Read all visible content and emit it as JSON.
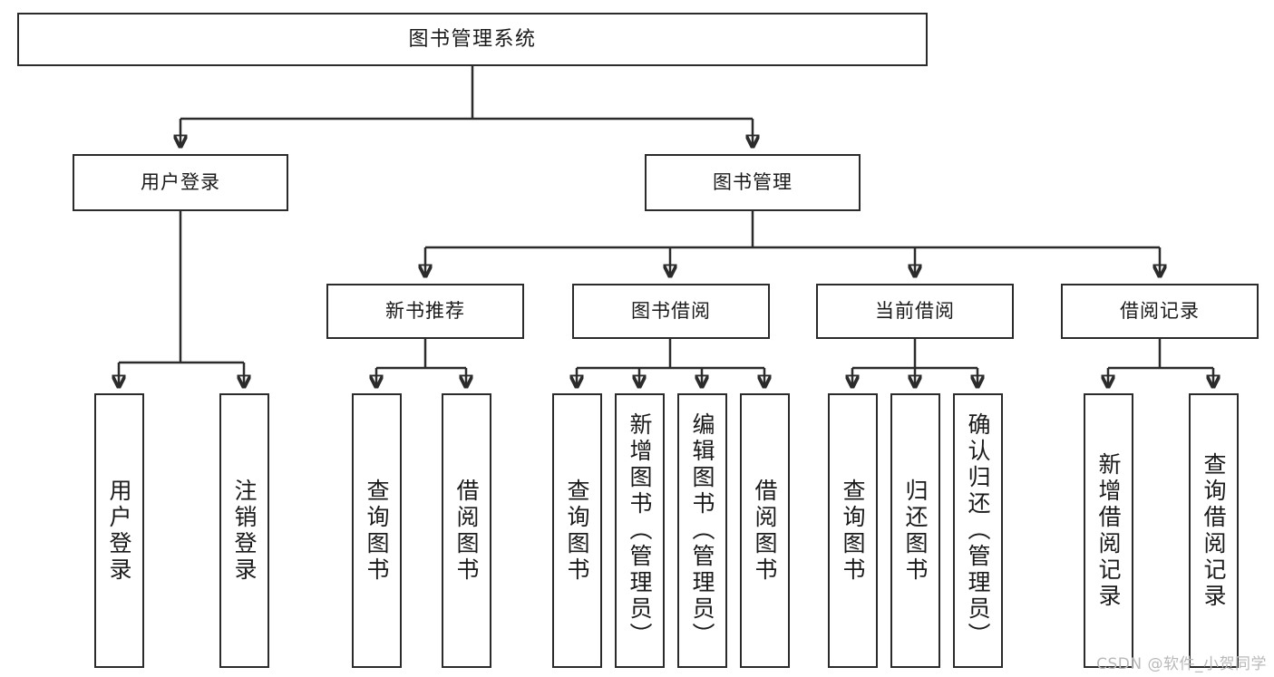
{
  "diagram": {
    "title": "图书管理系统",
    "type": "tree-hierarchy-chart",
    "watermark": "CSDN @软件_小贺同学",
    "accent_color": "#2b2b2b",
    "background_color": "#ffffff"
  },
  "nodes": {
    "root": {
      "label": "图书管理系统",
      "level": 0
    },
    "level1": [
      {
        "id": "user-login",
        "label": "用户登录"
      },
      {
        "id": "book-manage",
        "label": "图书管理"
      }
    ],
    "level2": [
      {
        "id": "new-book-recommend",
        "label": "新书推荐"
      },
      {
        "id": "book-borrow",
        "label": "图书借阅"
      },
      {
        "id": "current-borrow",
        "label": "当前借阅"
      },
      {
        "id": "borrow-record",
        "label": "借阅记录"
      }
    ],
    "leaves": [
      {
        "id": "leaf-user-login",
        "label": "用户登录",
        "parent": "user-login"
      },
      {
        "id": "leaf-logout",
        "label": "注销登录",
        "parent": "user-login"
      },
      {
        "id": "leaf-query-book-1",
        "label": "查询图书",
        "parent": "new-book-recommend"
      },
      {
        "id": "leaf-borrow-book-1",
        "label": "借阅图书",
        "parent": "new-book-recommend"
      },
      {
        "id": "leaf-query-book-2",
        "label": "查询图书",
        "parent": "book-borrow"
      },
      {
        "id": "leaf-add-book",
        "label": "新增图书（管理员）",
        "parent": "book-borrow"
      },
      {
        "id": "leaf-edit-book",
        "label": "编辑图书（管理员）",
        "parent": "book-borrow"
      },
      {
        "id": "leaf-borrow-book-2",
        "label": "借阅图书",
        "parent": "book-borrow"
      },
      {
        "id": "leaf-query-book-3",
        "label": "查询图书",
        "parent": "current-borrow"
      },
      {
        "id": "leaf-return-book",
        "label": "归还图书",
        "parent": "current-borrow"
      },
      {
        "id": "leaf-confirm-return",
        "label": "确认归还（管理员）",
        "parent": "current-borrow"
      },
      {
        "id": "leaf-add-record",
        "label": "新增借阅记录",
        "parent": "borrow-record"
      },
      {
        "id": "leaf-query-record",
        "label": "查询借阅记录",
        "parent": "borrow-record"
      }
    ]
  }
}
